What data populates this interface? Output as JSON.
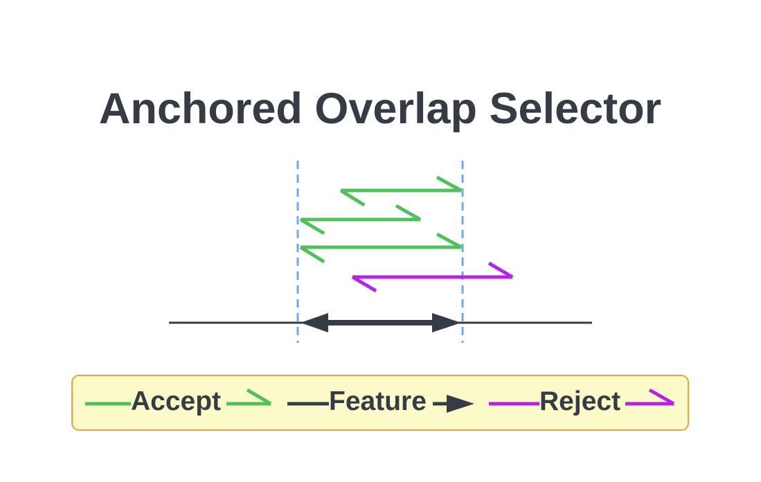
{
  "title": "Anchored Overlap Selector",
  "colors": {
    "accept": "#4ec15a",
    "reject": "#b820f0",
    "feature": "#363c46",
    "boundary": "#6aaaf0",
    "text": "#363c46",
    "legend_fill": "#fcfac8",
    "legend_border": "#f0a040"
  },
  "legend": {
    "accept_label": "Accept",
    "feature_label": "Feature",
    "reject_label": "Reject"
  }
}
